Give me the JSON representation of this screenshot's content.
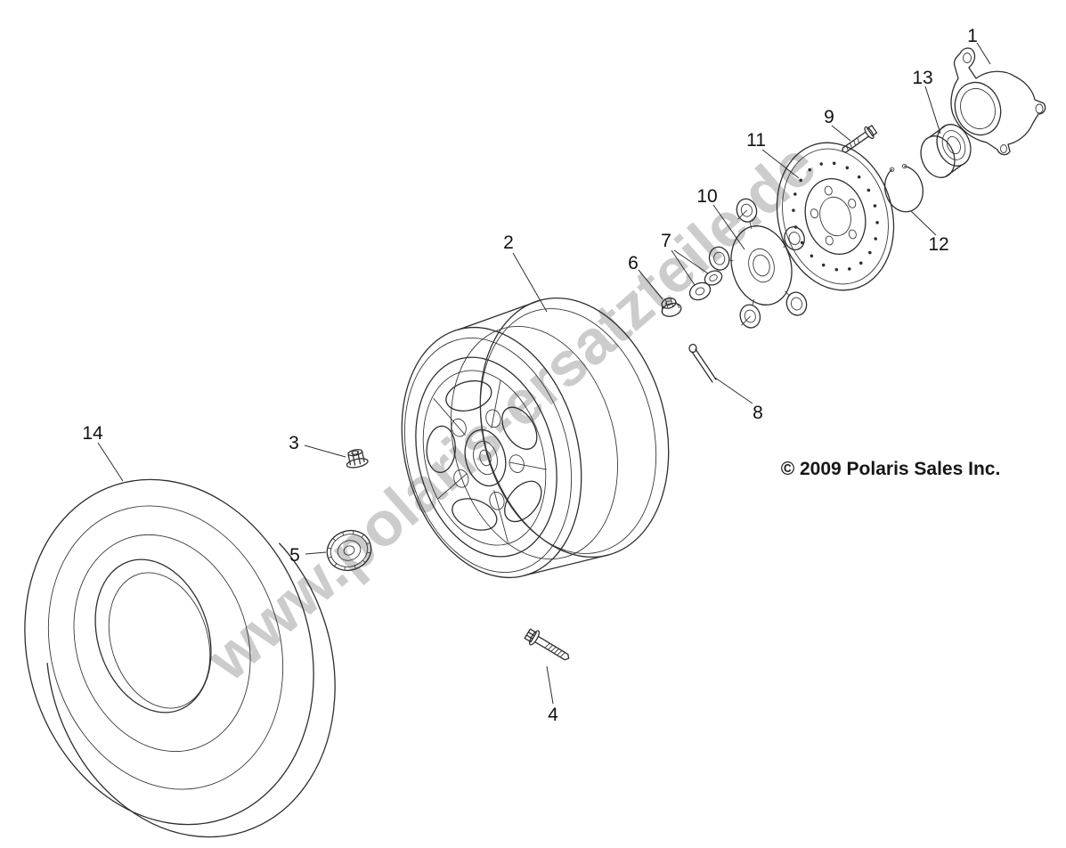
{
  "page": {
    "watermark": "www.polaris-ersatzteile.de",
    "copyright": "© 2009 Polaris Sales Inc.",
    "background_color": "#ffffff",
    "line_color": "#2e2e2e",
    "watermark_color": "#9a9a9a",
    "text_color": "#111111"
  },
  "callouts": [
    {
      "label": "1",
      "part": "steering-knuckle"
    },
    {
      "label": "2",
      "part": "wheel-rim"
    },
    {
      "label": "3",
      "part": "lug-nut"
    },
    {
      "label": "4",
      "part": "wheel-bolt"
    },
    {
      "label": "5",
      "part": "center-cap"
    },
    {
      "label": "6",
      "part": "spindle-nut"
    },
    {
      "label": "7",
      "part": "washers"
    },
    {
      "label": "8",
      "part": "cotter-pin"
    },
    {
      "label": "9",
      "part": "bolt"
    },
    {
      "label": "10",
      "part": "wheel-hub"
    },
    {
      "label": "11",
      "part": "brake-disc"
    },
    {
      "label": "12",
      "part": "snap-ring"
    },
    {
      "label": "13",
      "part": "wheel-bearing"
    },
    {
      "label": "14",
      "part": "tire"
    }
  ]
}
